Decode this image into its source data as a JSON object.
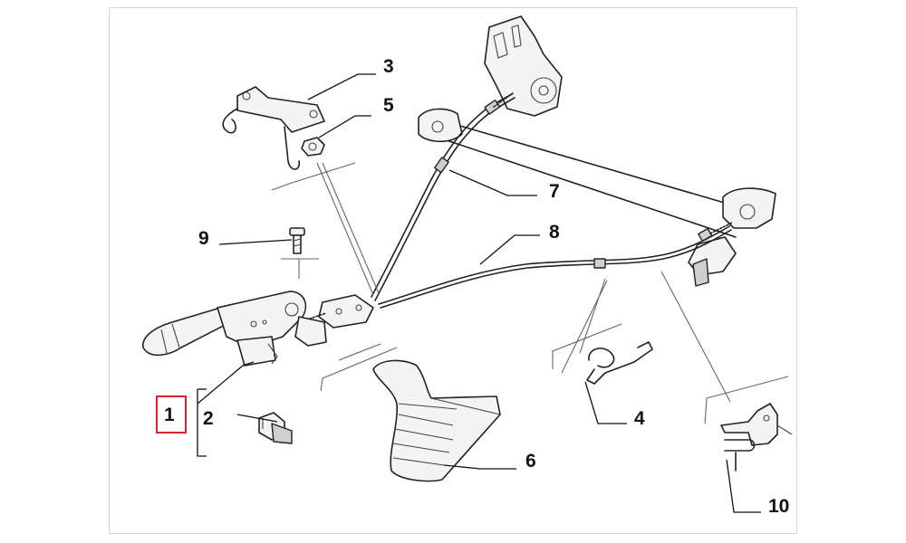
{
  "diagram": {
    "callouts": [
      {
        "id": "1",
        "label": "1"
      },
      {
        "id": "2",
        "label": "2"
      },
      {
        "id": "3",
        "label": "3"
      },
      {
        "id": "4",
        "label": "4"
      },
      {
        "id": "5",
        "label": "5"
      },
      {
        "id": "6",
        "label": "6"
      },
      {
        "id": "7",
        "label": "7"
      },
      {
        "id": "8",
        "label": "8"
      },
      {
        "id": "9",
        "label": "9"
      },
      {
        "id": "10",
        "label": "10"
      }
    ],
    "highlighted_callout": "1",
    "colors": {
      "highlight": "#d9232e",
      "line": "#222222",
      "frame": "#d4d4d4"
    }
  }
}
